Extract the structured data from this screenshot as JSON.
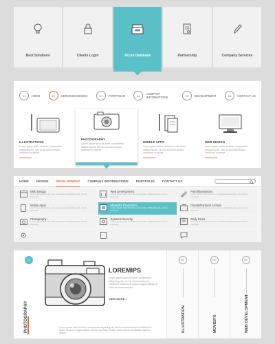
{
  "tiles": [
    {
      "label": "Best Solutions",
      "icon": "lightbulb-icon"
    },
    {
      "label": "Clients Login",
      "icon": "lock-icon"
    },
    {
      "label": "Acces Database",
      "icon": "database-box-icon",
      "active": true
    },
    {
      "label": "Partnership",
      "icon": "contract-icon"
    },
    {
      "label": "Company Services",
      "icon": "pen-icon"
    }
  ],
  "steps": [
    {
      "num": "01",
      "label": "HOME"
    },
    {
      "num": "02",
      "label": "SERVICES DESIGN",
      "active": true
    },
    {
      "num": "03",
      "label": "PORTFOLIO"
    },
    {
      "num": "04",
      "label": "COMPANY INFORMATIONS"
    },
    {
      "num": "05",
      "label": "DEVELOPMENT"
    },
    {
      "num": "06",
      "label": "CONTACT US"
    }
  ],
  "cards": [
    {
      "title": "ILLUSTRATIONS",
      "desc": "Lorem ipsum dolor sit amet, consectetur adipiscing elit, sed do eiusmod tempor incididunt ut labore.",
      "icon": "drawing-tablet-icon"
    },
    {
      "title": "PHOTOGRAPHY",
      "desc": "Lorem ipsum dolor sit amet, consectetur adipiscing elit, sed do eiusmod tempor incididunt ut labore.",
      "icon": "camera-icon",
      "active": true
    },
    {
      "title": "MOBILE APPS",
      "desc": "Lorem ipsum dolor sit amet, consectetur adipiscing elit, sed do eiusmod tempor incididunt ut labore.",
      "icon": "mobile-docs-icon"
    },
    {
      "title": "WEB DESIGN",
      "desc": "Lorem ipsum dolor sit amet, consectetur adipiscing elit, sed do eiusmod tempor incididunt ut labore.",
      "icon": "monitor-icon"
    }
  ],
  "menu": {
    "items": [
      {
        "label": "HOME"
      },
      {
        "label": "DESIGN"
      },
      {
        "label": "DEVELOPMENT",
        "active": true
      },
      {
        "label": "COMPANY INFORMATIONS"
      },
      {
        "label": "PORTFOLIO"
      },
      {
        "label": "CONTACT US"
      }
    ]
  },
  "grid": [
    {
      "title": "Web Design",
      "desc": "Lorem ipsum dolor sit amet, consectetur adipiscing elit, sed do eiusmod.",
      "icon": "browser-icon"
    },
    {
      "title": "Web Development",
      "desc": "Lorem ipsum dolor sit amet, consectetur adipiscing elit, sed do eiusmod.",
      "icon": "code-window-icon"
    },
    {
      "title": "Paint/Illustrations",
      "desc": "Lorem ipsum dolor sit amet, consectetur adipiscing elit, sed do eiusmod.",
      "icon": "paint-tools-icon"
    },
    {
      "title": "Mobile Apps",
      "desc": "Lorem ipsum dolor sit amet, consectetur adipiscing elit, sed do eiusmod.",
      "icon": "phone-icon"
    },
    {
      "title": "Movie/Fx Production",
      "desc": "Lorem ipsum dolor sit amet, consectetur adipiscing elit, sed do eiusmod.",
      "icon": "film-icon",
      "active": true
    },
    {
      "title": "Clients/Partners Archive",
      "desc": "Lorem ipsum dolor sit amet, consectetur adipiscing elit, sed do eiusmod.",
      "icon": "archive-icon"
    },
    {
      "title": "Photography",
      "desc": "Lorem ipsum dolor sit amet, consectetur adipiscing elit, sed do eiusmod.",
      "icon": "camera-icon"
    },
    {
      "title": "Systems Security",
      "desc": "Lorem ipsum dolor sit amet, consectetur adipiscing elit, sed do eiusmod.",
      "icon": "security-icon"
    },
    {
      "title": "Daily News",
      "desc": "Lorem ipsum dolor sit amet, consectetur adipiscing elit, sed do eiusmod.",
      "icon": "news-icon"
    },
    {
      "title": "",
      "desc": "",
      "icon": "gear-icon"
    },
    {
      "title": "",
      "desc": "",
      "icon": "document-icon"
    },
    {
      "title": "",
      "desc": "",
      "icon": "chat-icon"
    }
  ],
  "accordion": {
    "main": {
      "num": "01",
      "label": "PHOTOGRAPHY",
      "title": "LOREMIPS",
      "desc": "Lorem ipsum dolor sit amet, consectetur adipiscing elit, sed do eiusmod tempor incididunt ut labore et dolore magna aliqua. Ut enim ad minim veniam.",
      "more": "VIEW MORE »",
      "bottom_desc": "Lorem ipsum dolor sit amet, consectetur adipiscing elit, sed do eiusmod tempor incididunt ut labore et dolore magna aliqua. Ut enim ad minim veniam, quis nostrud exercitation ullamco laboris."
    },
    "subs": [
      {
        "num": "02",
        "label": "ILLUSTRATION"
      },
      {
        "num": "03",
        "label": "MOVIE/FX"
      },
      {
        "num": "04",
        "label": "WEB DEVELOPMENT"
      }
    ]
  },
  "colors": {
    "accent": "#5bc0c8",
    "highlight": "#e9672d",
    "bg": "#dcdcdc"
  }
}
